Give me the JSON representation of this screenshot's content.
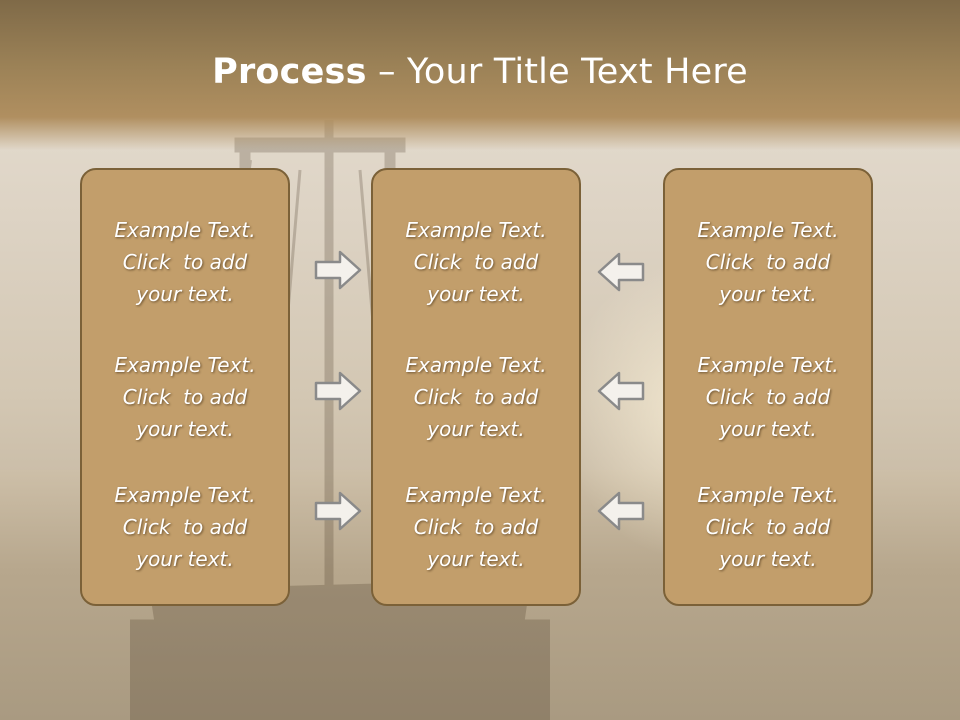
{
  "title": {
    "bold": "Process",
    "rest": " – Your Title Text Here"
  },
  "columns": [
    {
      "items": [
        [
          "Example Text.",
          "Click  to add",
          "your text."
        ],
        [
          "Example Text.",
          "Click  to add",
          "your text."
        ],
        [
          "Example Text.",
          "Click  to add",
          "your text."
        ]
      ]
    },
    {
      "items": [
        [
          "Example Text.",
          "Click  to add",
          "your text."
        ],
        [
          "Example Text.",
          "Click  to add",
          "your text."
        ],
        [
          "Example Text.",
          "Click  to add",
          "your text."
        ]
      ]
    },
    {
      "items": [
        [
          "Example Text.",
          "Click  to add",
          "your text."
        ],
        [
          "Example Text.",
          "Click  to add",
          "your text."
        ],
        [
          "Example Text.",
          "Click  to add",
          "your text."
        ]
      ]
    }
  ],
  "arrows": {
    "left_group": "arrow-right-icon",
    "right_group": "arrow-left-icon"
  },
  "colors": {
    "box_fill": "#c29e6b",
    "box_border": "#7b6138",
    "title_band": "#9c8257",
    "text": "#ffffff"
  }
}
